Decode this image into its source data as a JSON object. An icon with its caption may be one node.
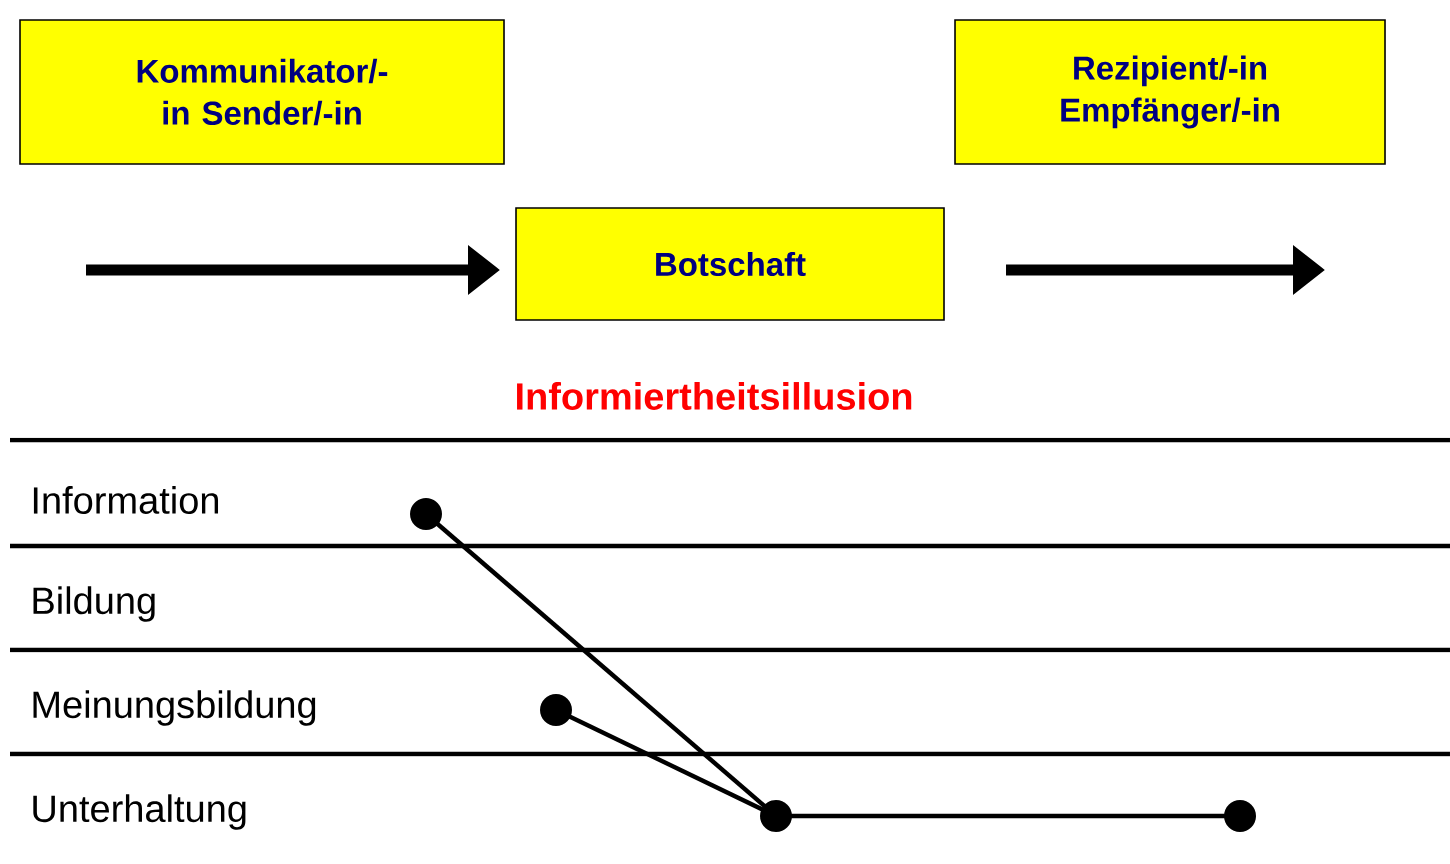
{
  "diagram": {
    "nodes": [
      {
        "text": [
          "Kommunikator/-in Sender/-in"
        ]
      },
      {
        "text": [
          "Botschaft"
        ]
      },
      {
        "text": [
          "Rezipient/-in Empfänger/-in"
        ]
      },
      {
        "text": [],
        "shape": "circle"
      },
      {
        "text": [],
        "shape": "circle"
      },
      {
        "text": [],
        "shape": "circle"
      },
      {
        "text": [],
        "shape": "circle"
      }
    ],
    "edges": [
      {
        "from": null,
        "to": 1,
        "arrow": "to",
        "style": "thick"
      },
      {
        "from": 1,
        "to": 2,
        "arrow": "to",
        "style": "thick"
      },
      {
        "from": 3,
        "to": 5,
        "arrow": "none"
      },
      {
        "from": 4,
        "to": 5,
        "arrow": "none"
      },
      {
        "from": 5,
        "to": 6,
        "arrow": "none"
      }
    ],
    "labels": [
      "Informiertheitsillusion",
      "Information",
      "Bildung",
      "Meinungsbildung",
      "Unterhaltung"
    ]
  }
}
